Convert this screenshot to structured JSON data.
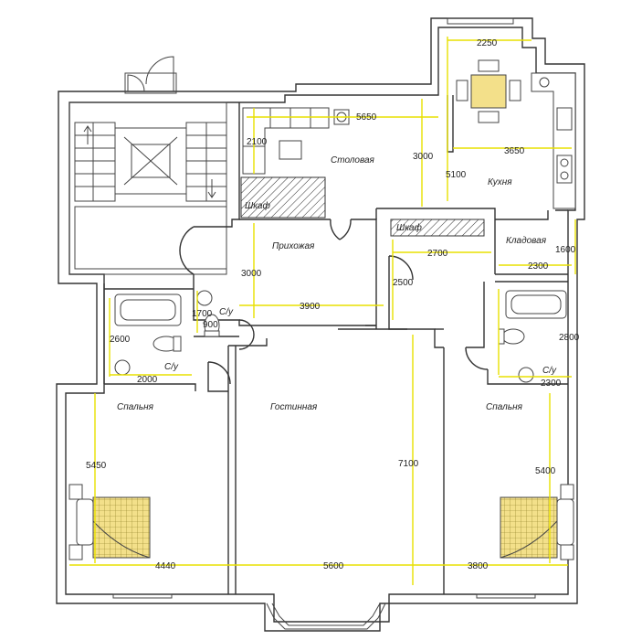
{
  "rooms": {
    "dining": "Столовая",
    "kitchen": "Кухня",
    "hall": "Прихожая",
    "pantry": "Кладовая",
    "living": "Гостинная",
    "bedroom_left": "Спальня",
    "bedroom_right": "Спальня",
    "wc_left": "С/у",
    "wc_center": "С/у",
    "wc_right": "С/у",
    "wardrobe_left": "Шкаф",
    "wardrobe_right": "Шкаф"
  },
  "dimensions": {
    "d2250": "2250",
    "d5650": "5650",
    "d2100": "2100",
    "d3000_top": "3000",
    "d3650": "3650",
    "d5100": "5100",
    "d2700": "2700",
    "d1600": "1600",
    "d2300_pantry": "2300",
    "d3000_hall": "3000",
    "d2500": "2500",
    "d3900": "3900",
    "d1700": "1700",
    "d900": "900",
    "d2600": "2600",
    "d2000": "2000",
    "d2800": "2800",
    "d2300_wc": "2300",
    "d5450": "5450",
    "d7100": "7100",
    "d5400": "5400",
    "d4440": "4440",
    "d5600": "5600",
    "d3800": "3800"
  },
  "colors": {
    "dimension_line": "#e8e000",
    "wall": "#333333",
    "bed_fill": "#f3e08a"
  }
}
